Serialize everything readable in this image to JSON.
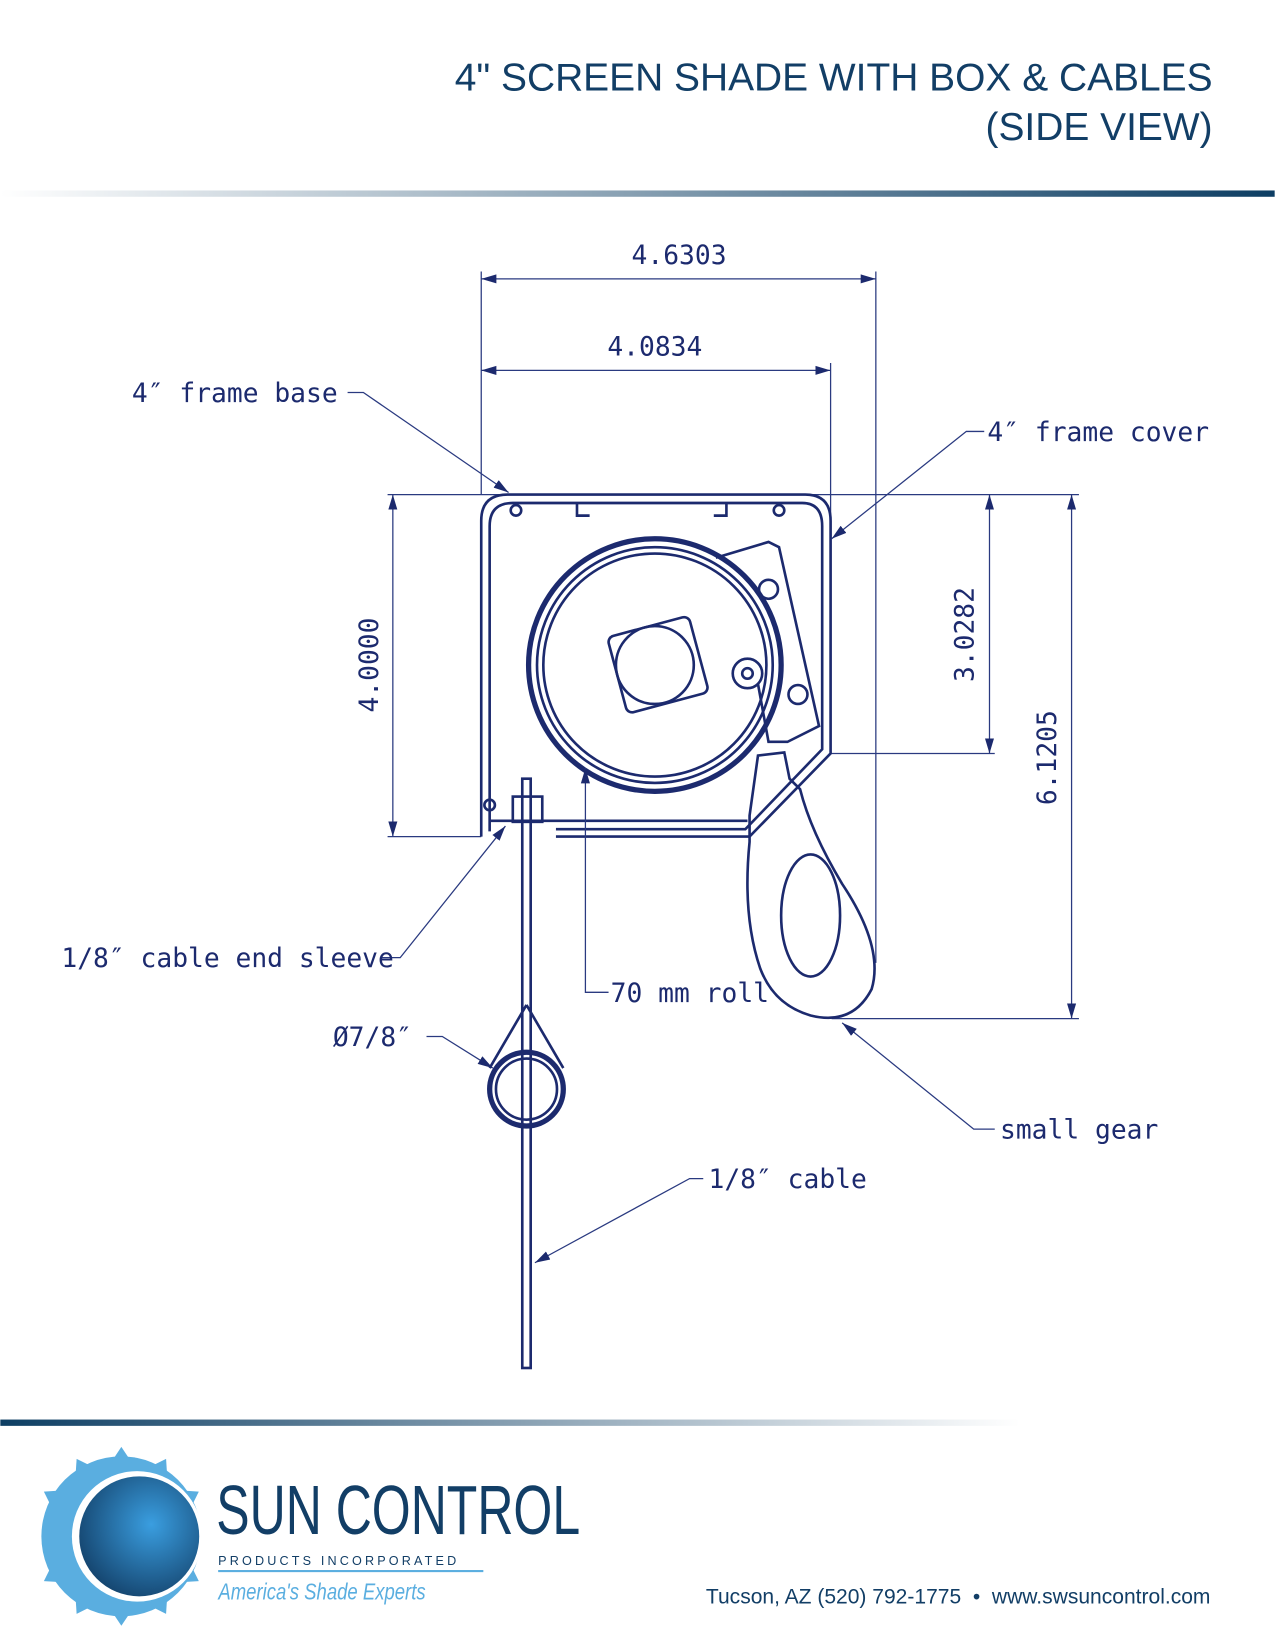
{
  "title": {
    "line1": "4\" SCREEN SHADE WITH BOX & CABLES",
    "line2": "(SIDE VIEW)"
  },
  "dimensions": {
    "overall_width": "4.6303",
    "box_width": "4.0834",
    "box_height": "4.0000",
    "cover_height": "3.0282",
    "overall_height": "6.1205"
  },
  "labels": {
    "frame_base": "4″ frame base",
    "frame_cover": "4″ frame cover",
    "cable_end_sleeve": "1/8″ cable end sleeve",
    "roll": "70 mm roll",
    "ring": "Ø7/8″",
    "small_gear": "small gear",
    "cable": "1/8″ cable"
  },
  "logo": {
    "name": "SUN CONTROL",
    "subtitle": "PRODUCTS INCORPORATED",
    "tagline": "America's Shade Experts"
  },
  "footer": {
    "contact": "Tucson, AZ (520) 792-1775  •  www.swsuncontrol.com"
  },
  "colors": {
    "brand_dark": "#123e66",
    "line": "#1c2a6e",
    "logo_light": "#5aaee0"
  }
}
